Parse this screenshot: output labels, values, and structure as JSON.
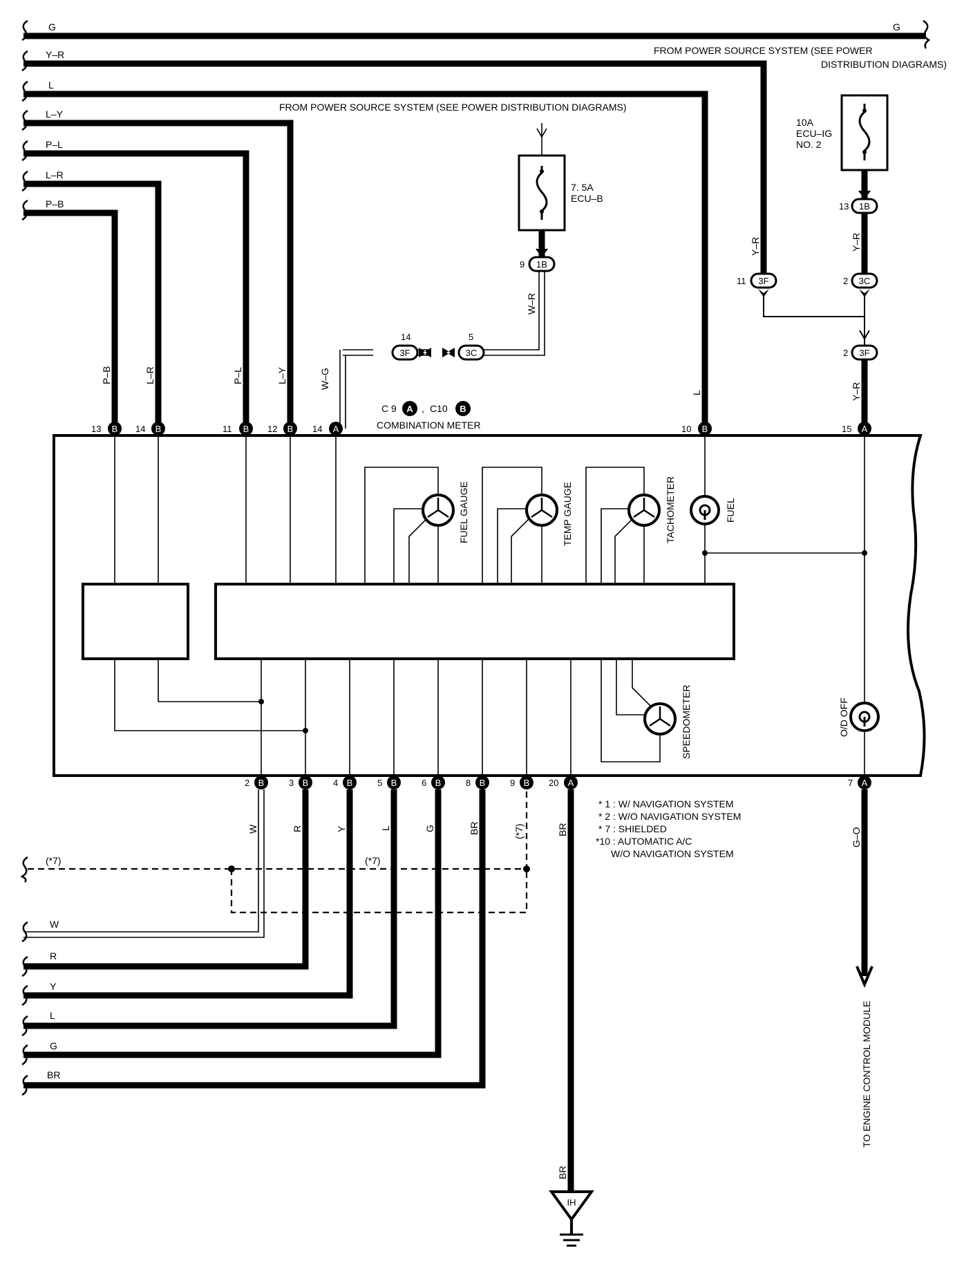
{
  "top_wires": [
    {
      "id": "G",
      "label": "G",
      "right_label": "G"
    },
    {
      "id": "YR",
      "label": "Y–R"
    },
    {
      "id": "L",
      "label": "L"
    },
    {
      "id": "LY",
      "label": "L–Y"
    },
    {
      "id": "PL",
      "label": "P–L"
    },
    {
      "id": "LR",
      "label": "L–R"
    },
    {
      "id": "PB",
      "label": "P–B"
    }
  ],
  "power_notes": {
    "left": "FROM POWER SOURCE SYSTEM (SEE POWER DISTRIBUTION DIAGRAMS)",
    "right_line1": "FROM POWER SOURCE SYSTEM  (SEE POWER",
    "right_line2": "DISTRIBUTION DIAGRAMS)"
  },
  "fuses": {
    "ecu_b": {
      "amp": "7. 5A",
      "name": "ECU–B"
    },
    "ecu_ig": {
      "amp": "10A",
      "name": "ECU–IG",
      "no": "NO. 2"
    }
  },
  "connectors": {
    "c1B_9": {
      "pin": "9",
      "code": "1B"
    },
    "c1B_13": {
      "pin": "13",
      "code": "1B"
    },
    "c3F_11": {
      "pin": "11",
      "code": "3F"
    },
    "c3C_2": {
      "pin": "2",
      "code": "3C"
    },
    "c3F_14": {
      "pin": "14",
      "code": "3F"
    },
    "c3C_5": {
      "pin": "5",
      "code": "3C"
    },
    "c3F_2": {
      "pin": "2",
      "code": "3F"
    }
  },
  "vertical_labels": {
    "pb": "P–B",
    "lr": "L–R",
    "pl": "P–L",
    "ly": "L–Y",
    "wg": "W–G",
    "wr": "W–R",
    "l": "L",
    "yr1": "Y–R",
    "yr2": "Y–R",
    "yr3": "Y–R",
    "w": "W",
    "r": "R",
    "y": "Y",
    "l2": "L",
    "g": "G",
    "br": "BR",
    "s7": "(*7)",
    "br2": "BR",
    "go": "G–O",
    "br3": "BR"
  },
  "meter": {
    "c9_label": "C 9",
    "c9_letter": "A",
    "c10_label": "C10",
    "c10_letter": "B",
    "separator": ",",
    "name": "COMBINATION METER",
    "gauges": {
      "fuel": "FUEL GAUGE",
      "temp": "TEMP  GAUGE",
      "tacho": "TACHOMETER",
      "fuel_lamp": "FUEL",
      "speedo": "SPEEDOMETER",
      "od_off": "O/D OFF"
    },
    "top_pins": [
      {
        "num": "13",
        "letter": "B"
      },
      {
        "num": "14",
        "letter": "B"
      },
      {
        "num": "11",
        "letter": "B"
      },
      {
        "num": "12",
        "letter": "B"
      },
      {
        "num": "14",
        "letter": "A"
      },
      {
        "num": "10",
        "letter": "B"
      },
      {
        "num": "15",
        "letter": "A"
      }
    ],
    "bottom_pins": [
      {
        "num": "2",
        "letter": "B"
      },
      {
        "num": "3",
        "letter": "B"
      },
      {
        "num": "4",
        "letter": "B"
      },
      {
        "num": "5",
        "letter": "B"
      },
      {
        "num": "6",
        "letter": "B"
      },
      {
        "num": "8",
        "letter": "B"
      },
      {
        "num": "9",
        "letter": "B"
      },
      {
        "num": "20",
        "letter": "A"
      },
      {
        "num": "7",
        "letter": "A"
      }
    ]
  },
  "notes": [
    "* 1 : W/ NAVIGATION SYSTEM",
    "* 2 : W/O NAVIGATION SYSTEM",
    "* 7 : SHIELDED",
    "*10 : AUTOMATIC A/C",
    "W/O NAVIGATION SYSTEM"
  ],
  "shield": {
    "left": "(*7)",
    "mid": "(*7)"
  },
  "bottom_wires": [
    {
      "id": "W",
      "label": "W"
    },
    {
      "id": "R",
      "label": "R"
    },
    {
      "id": "Y",
      "label": "Y"
    },
    {
      "id": "L",
      "label": "L"
    },
    {
      "id": "G",
      "label": "G"
    },
    {
      "id": "BR",
      "label": "BR"
    }
  ],
  "ground": {
    "label": "IH"
  },
  "ecm_label": "TO ENGINE CONTROL MODULE"
}
